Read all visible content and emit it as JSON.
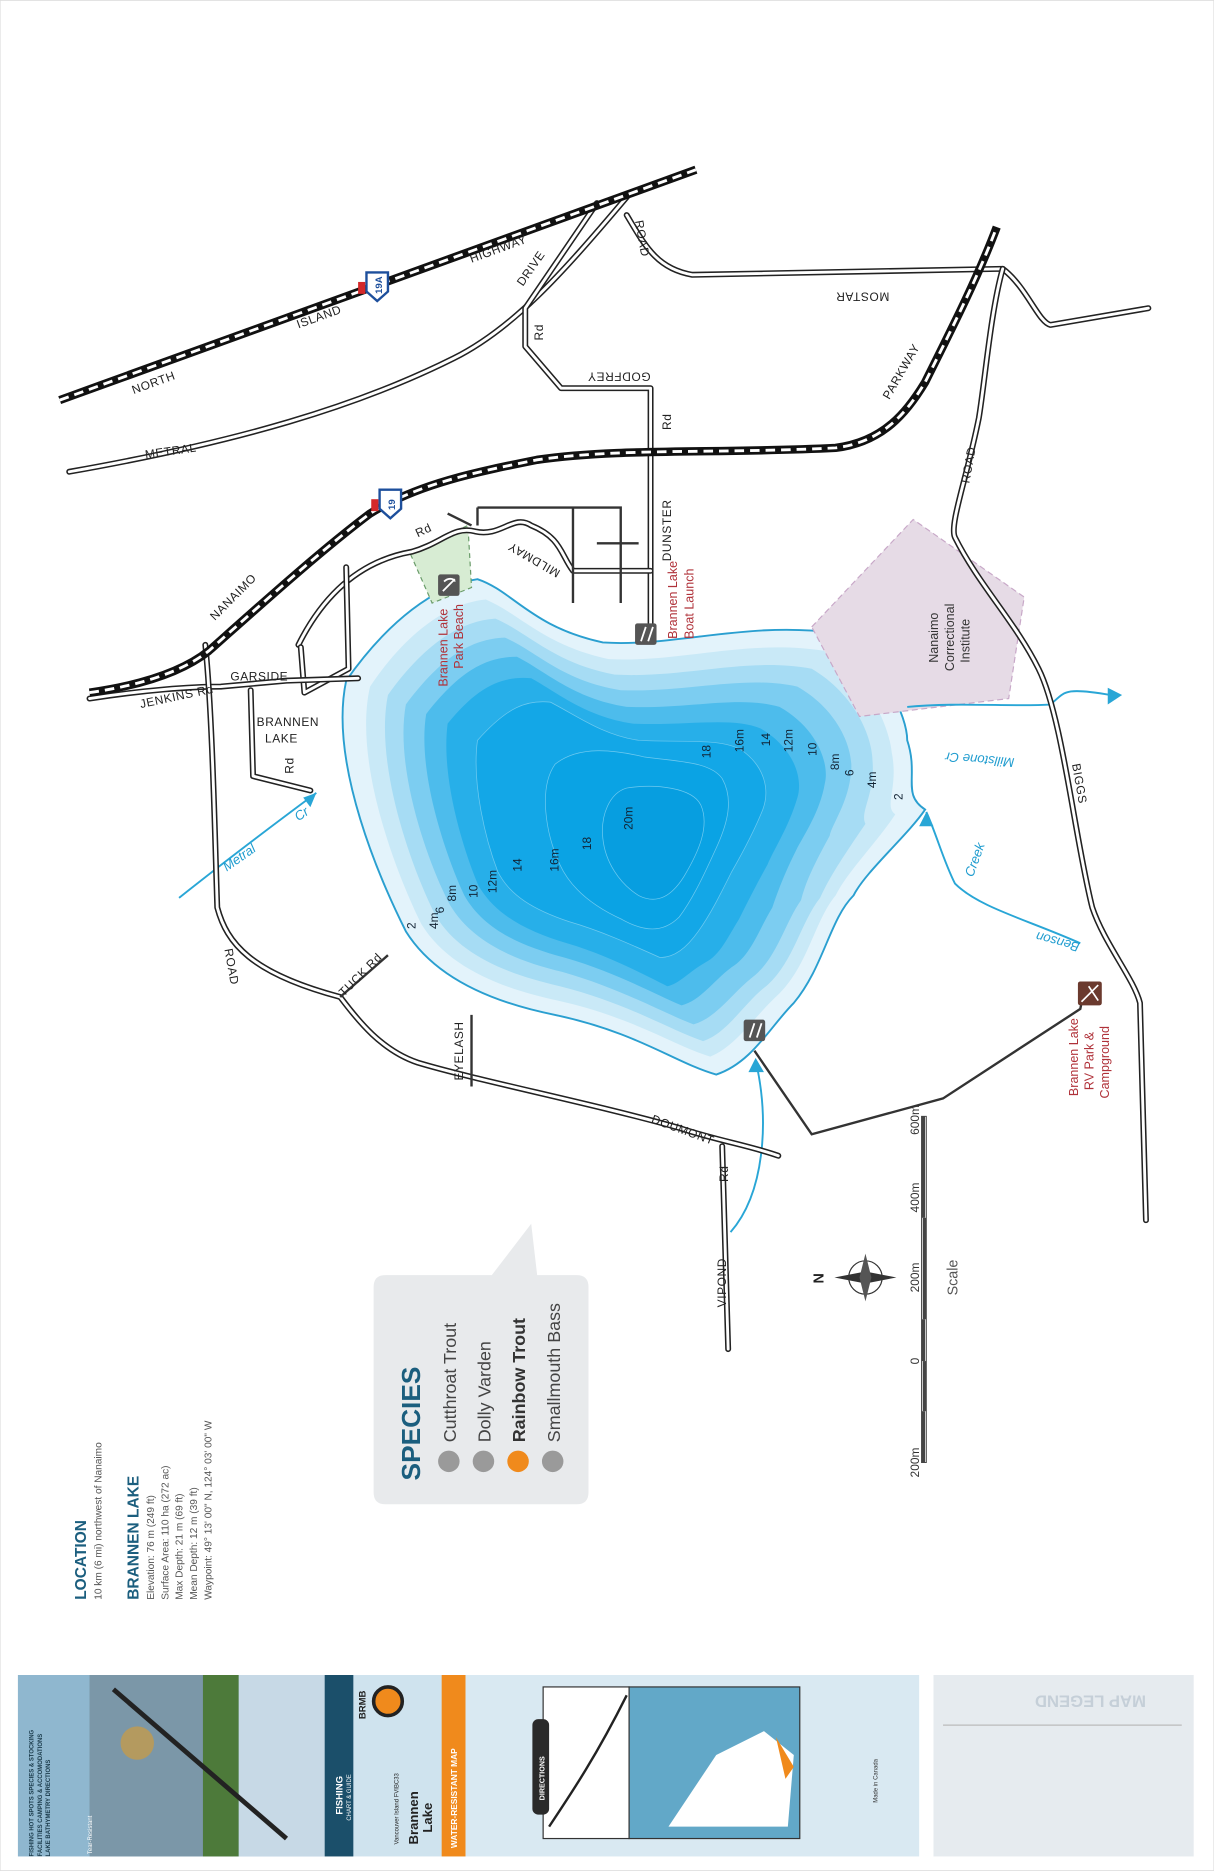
{
  "map": {
    "roads": {
      "north": "NORTH",
      "island": "ISLAND",
      "highway": "HIGHWAY",
      "drive": "DRIVE",
      "road_top": "ROAD",
      "mostar": "MOSTAR",
      "rd_drive": "Rd",
      "godfrey": "GODFREY",
      "rd_godfrey": "Rd",
      "parkway": "PARKWAY",
      "metral": "METRAL",
      "road_biggs": "ROAD",
      "rd_mildmay": "Rd",
      "mildmay": "MILDMAY",
      "dunster": "DUNSTER",
      "nanaimo": "NANAIMO",
      "garside": "GARSIDE",
      "jenkins": "JENKINS Rd",
      "brannen_lake_rd": [
        "BRANNEN",
        "LAKE",
        "Rd"
      ],
      "road_left": "ROAD",
      "tuck": "TUCK Rd",
      "eyelash": "EYELASH",
      "doumont": "DOUMONT",
      "rd_vipond": "Rd",
      "vipond": "VIPOND",
      "biggs": "BIGGS"
    },
    "highway_shields": [
      "19A",
      "19"
    ],
    "creeks": {
      "metral": "Metral",
      "metral_cr": "Cr",
      "millstone": "Millstone Cr",
      "benson": "Benson",
      "creek": "Creek"
    },
    "poi": {
      "park_beach": [
        "Brannen Lake",
        "Park Beach"
      ],
      "boat_launch": [
        "Brannen Lake",
        "Boat Launch"
      ],
      "correctional": [
        "Nanaimo",
        "Correctional",
        "Institute"
      ],
      "rv_park": [
        "Brannen Lake",
        "RV Park &",
        "Campground"
      ]
    },
    "depth_labels_east": [
      "18",
      "16m",
      "14",
      "12m",
      "10",
      "8m",
      "6",
      "4m",
      "2"
    ],
    "depth_labels_west": [
      "20m",
      "18",
      "16m",
      "14",
      "12m",
      "10",
      "8m",
      "6",
      "4m",
      "2"
    ],
    "colors": {
      "water_shallow": "#e3f3fb",
      "water_deep": "#0aa6e6",
      "shoreline": "#2a9fd0",
      "poi_text": "#b0323a",
      "correctional_fill": "#e6dbe6",
      "park_fill": "#d7ecd3"
    }
  },
  "compass": {
    "north_label": "N"
  },
  "scale": {
    "ticks": [
      "200m",
      "0",
      "200m",
      "400m",
      "600m"
    ],
    "label": "Scale"
  },
  "species": {
    "title": "SPECIES",
    "items": [
      {
        "name": "Cutthroat Trout",
        "stocked": false
      },
      {
        "name": "Dolly Varden",
        "stocked": false
      },
      {
        "name": "Rainbow Trout",
        "stocked": true
      },
      {
        "name": "Smallmouth Bass",
        "stocked": false
      }
    ],
    "colors": {
      "title": "#1b5e7e",
      "icon_default": "#9a9a9a",
      "icon_stocked": "#f08a1c"
    }
  },
  "info": {
    "location_heading": "LOCATION",
    "location_text": "10 km (6 mi) northwest of Nanaimo",
    "lake_heading": "BRANNEN LAKE",
    "stats": [
      "Elevation: 76 m (249 ft)",
      "Surface Area: 110 ha (272 ac)",
      "Max Depth: 21 m (69 ft)",
      "Mean Depth: 12 m (39 ft)",
      "Waypoint: 49° 13' 00\" N, 124° 03' 00\" W"
    ]
  },
  "cover": {
    "features": [
      "FISHING HOT SPOTS  SPECIES & STOCKING",
      "FACILITIES  CAMPING & ACCOMODATIONS",
      "LAKE BATHYMETRY  DIRECTIONS"
    ],
    "tear_resistant": "Tear-Resistant",
    "fishing": "FISHING",
    "chart_guide": "CHART & GUIDE",
    "brand": "BRMB",
    "region": "Vancouver Island FVIBC33",
    "lake_name": [
      "Brannen",
      "Lake"
    ],
    "water_resistant": "WATER-RESISTANT MAP",
    "directions": "DIRECTIONS",
    "made_in": "Made in Canada",
    "legend_title": "MAP LEGEND"
  }
}
